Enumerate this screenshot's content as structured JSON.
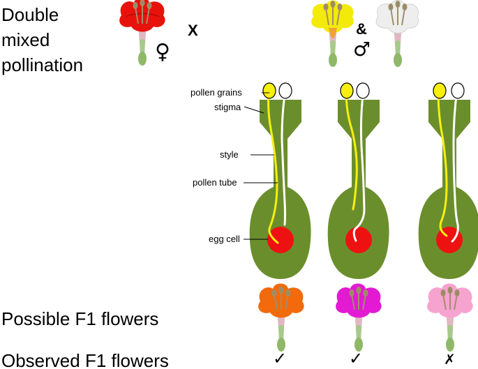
{
  "title": {
    "line1": "Double",
    "line2": "mixed",
    "line3": "pollination"
  },
  "symbols": {
    "female": "♀",
    "cross": "X",
    "and": "&",
    "male": "♂"
  },
  "parts": {
    "pollen_grains": "pollen grains",
    "stigma": "stigma",
    "style": "style",
    "pollen_tube": "pollen tube",
    "egg_cell": "egg cell"
  },
  "rows": {
    "possible": "Possible F1 flowers",
    "observed": "Observed F1 flowers"
  },
  "observed_marks": [
    "✓",
    "✓",
    "✗"
  ],
  "colors": {
    "female_parent": "#e8120c",
    "male_parent_1": "#f3ea0a",
    "male_parent_2": "#eeeeee",
    "pistil": "#6b8e2c",
    "egg": "#ee1111",
    "pollen_yellow": "#f7ef10",
    "f1_orange": "#f26a0c",
    "f1_magenta": "#e21ad2",
    "f1_pink": "#f7a3cf"
  }
}
